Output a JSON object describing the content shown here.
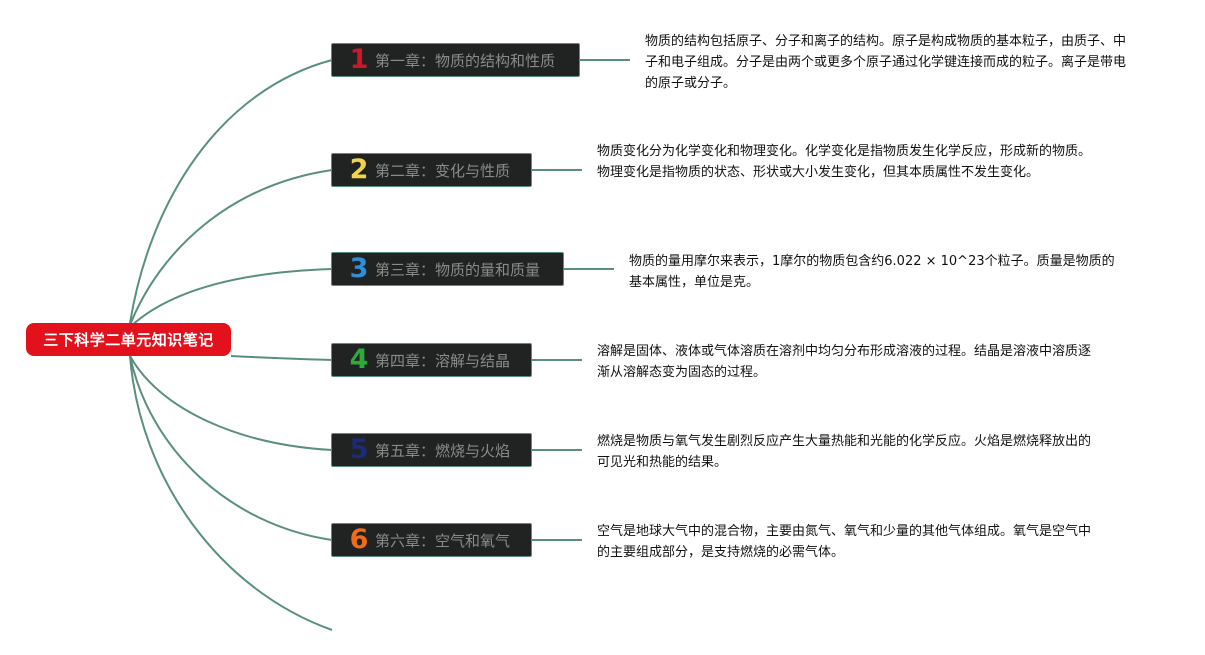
{
  "root": {
    "title": "三下科学二单元知识笔记"
  },
  "colors": {
    "connector": "#5a8f7c",
    "root_bg": "#e3111b",
    "chapter_bg": "#202322"
  },
  "chapters": [
    {
      "number": "1",
      "number_color": "#d1162a",
      "label": "第一章：物质的结构和性质",
      "note": "物质的结构包括原子、分子和离子的结构。原子是构成物质的基本粒子，由质子、中子和电子组成。分子是由两个或更多个原子通过化学键连接而成的粒子。离子是带电的原子或分子。"
    },
    {
      "number": "2",
      "number_color": "#f2d44a",
      "label": "第二章：变化与性质",
      "note": "物质变化分为化学变化和物理变化。化学变化是指物质发生化学反应，形成新的物质。物理变化是指物质的状态、形状或大小发生变化，但其本质属性不发生变化。"
    },
    {
      "number": "3",
      "number_color": "#2f8fd6",
      "label": "第三章：物质的量和质量",
      "note": "物质的量用摩尔来表示，1摩尔的物质包含约6.022 × 10^23个粒子。质量是物质的基本属性，单位是克。"
    },
    {
      "number": "4",
      "number_color": "#2eaa3a",
      "label": "第四章：溶解与结晶",
      "note": "溶解是固体、液体或气体溶质在溶剂中均匀分布形成溶液的过程。结晶是溶液中溶质逐渐从溶解态变为固态的过程。"
    },
    {
      "number": "5",
      "number_color": "#1c2a7a",
      "label": "第五章：燃烧与火焰",
      "note": "燃烧是物质与氧气发生剧烈反应产生大量热能和光能的化学反应。火焰是燃烧释放出的可见光和热能的结果。"
    },
    {
      "number": "6",
      "number_color": "#ef6c1a",
      "label": "第六章：空气和氧气",
      "note": "空气是地球大气中的混合物，主要由氮气、氧气和少量的其他气体组成。氧气是空气中的主要组成部分，是支持燃烧的必需气体。"
    }
  ]
}
